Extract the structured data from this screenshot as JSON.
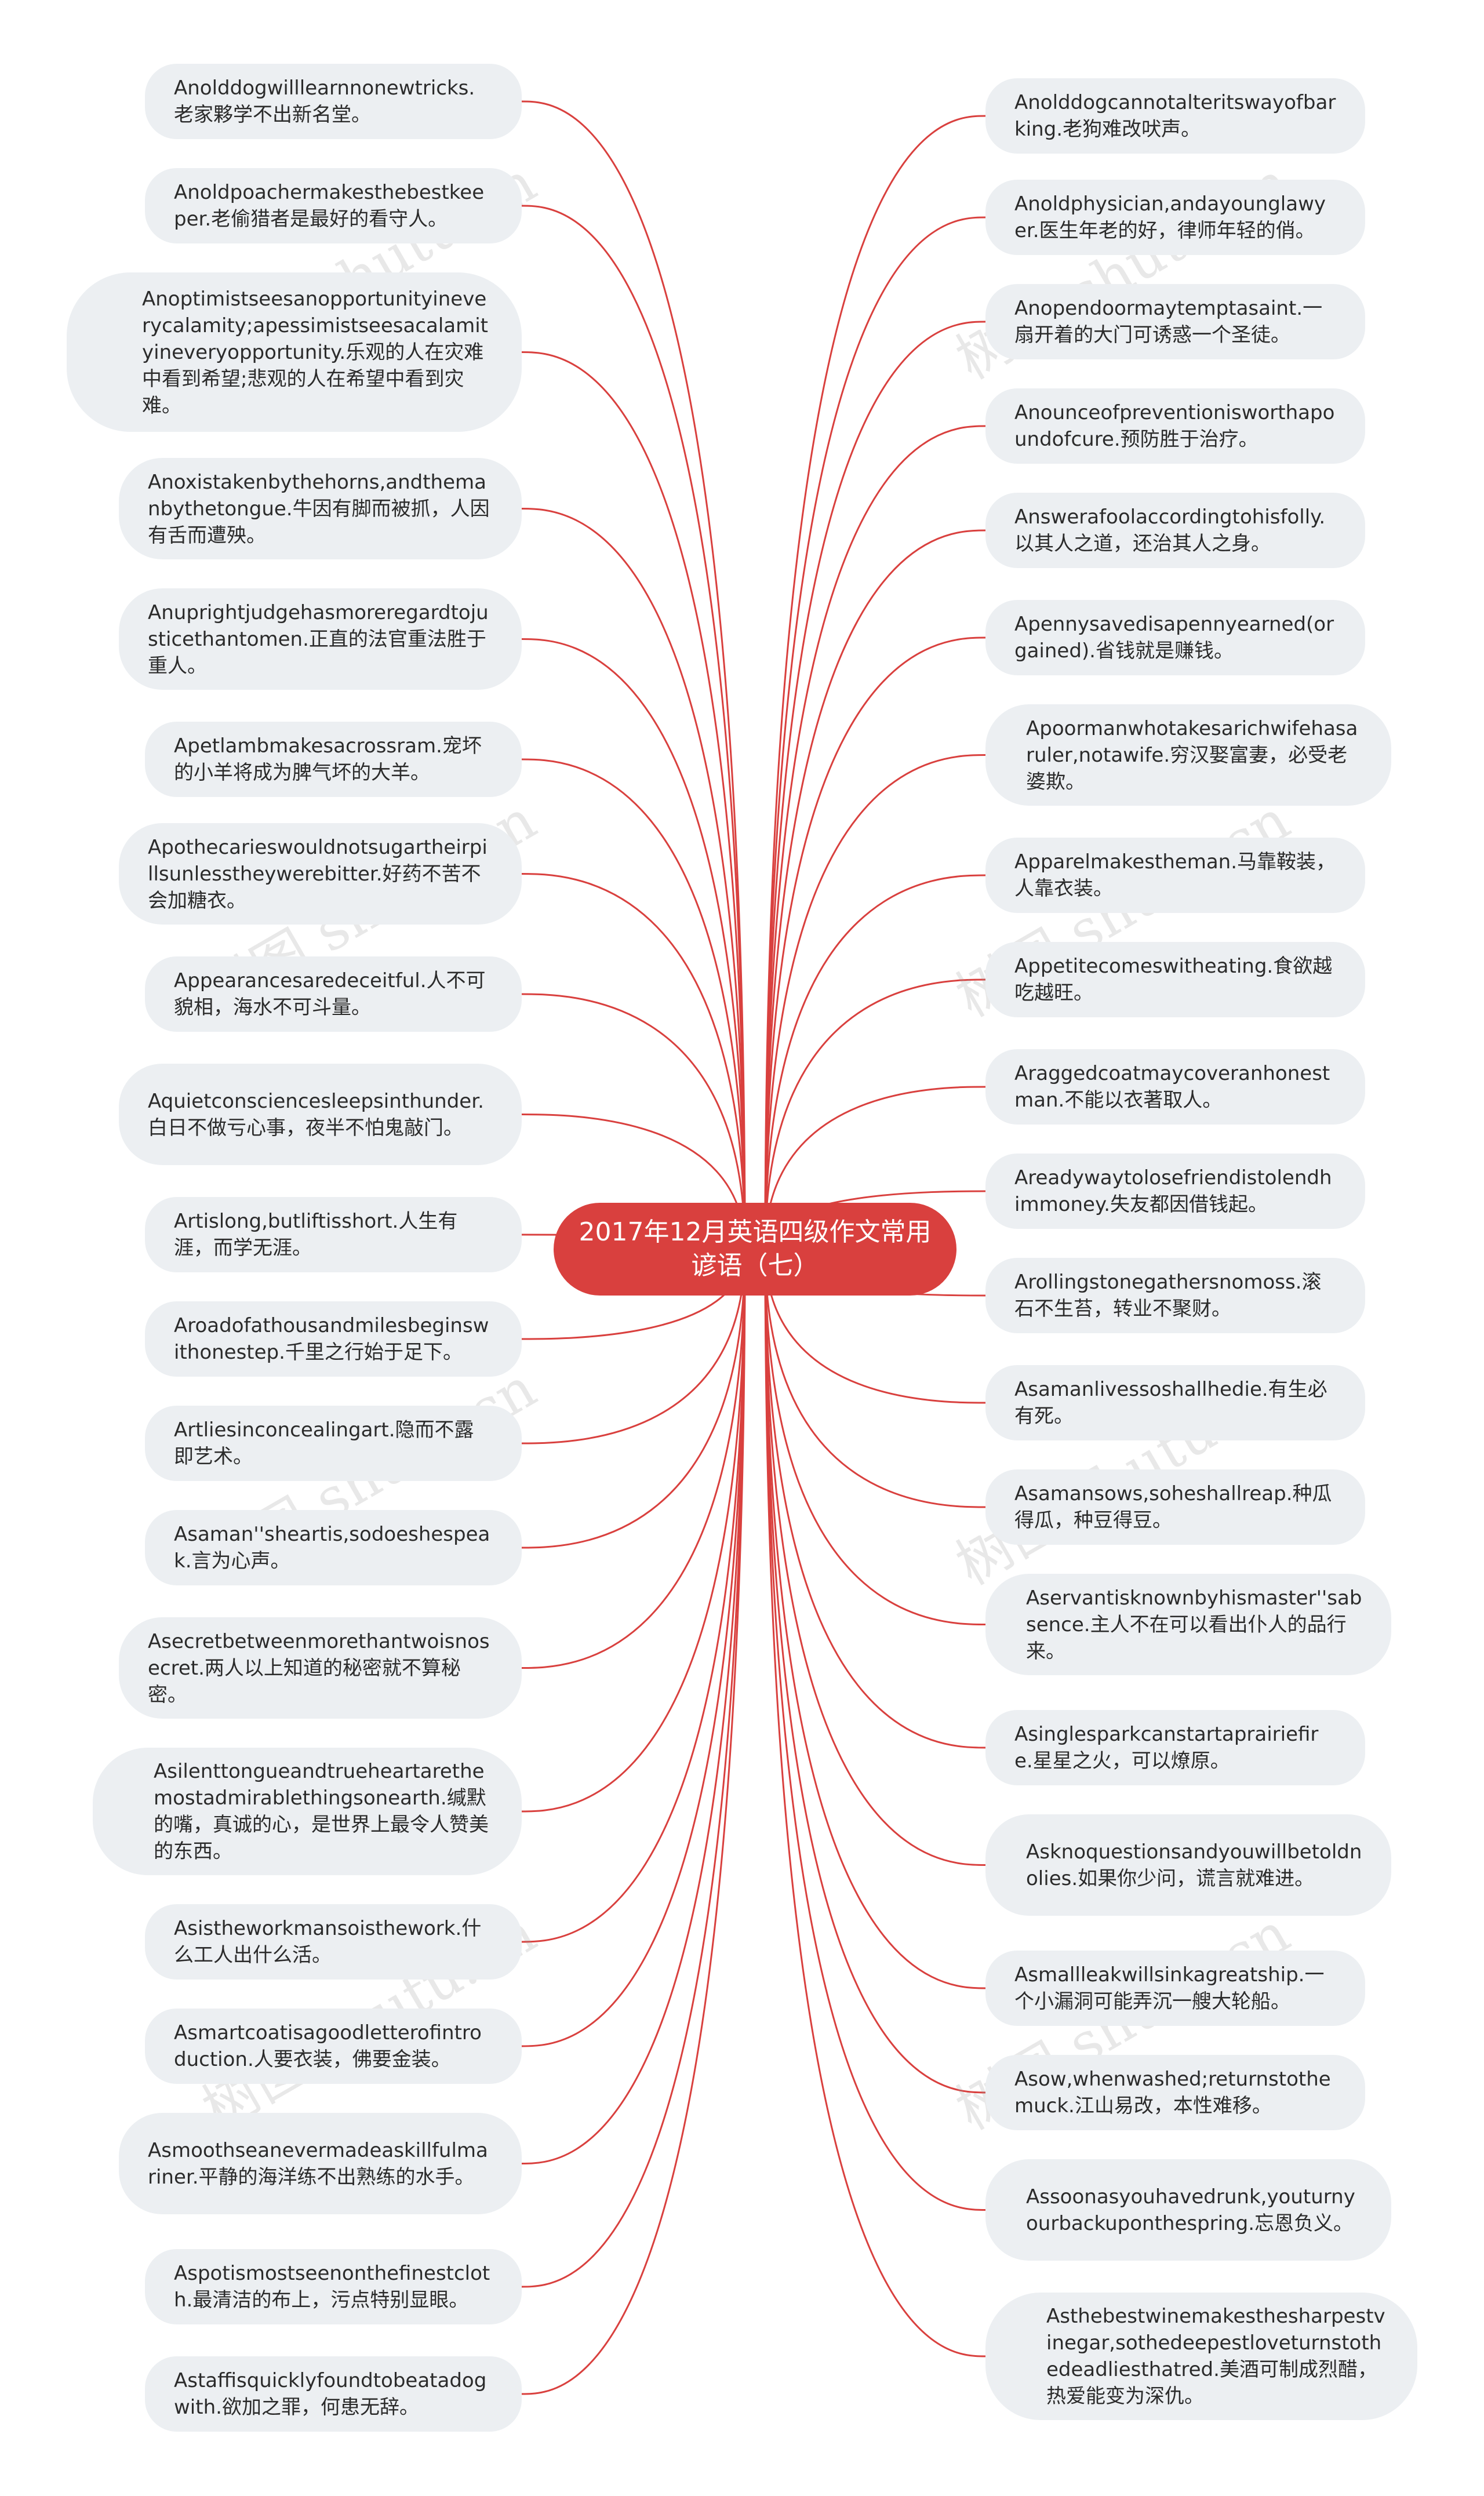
{
  "center": {
    "title": "2017年12月英语四级作文常用谚语（七）"
  },
  "left_nodes": [
    {
      "text": "Anolddogwilllearnnonewtricks.老家夥学不出新名堂。"
    },
    {
      "text": "Anoldpoachermakesthebestkeeper.老偷猎者是最好的看守人。"
    },
    {
      "text": "Anoptimistseesanopportunityineverycalamity;apessimistseesacalamityineveryopportunity.乐观的人在灾难中看到希望;悲观的人在希望中看到灾难。"
    },
    {
      "text": "Anoxistakenbythehorns,andthemanbythetongue.牛因有脚而被抓，人因有舌而遭殃。"
    },
    {
      "text": "Anuprightjudgehasmoreregardtojusticethantomen.正直的法官重法胜于重人。"
    },
    {
      "text": "Apetlambmakesacrossram.宠坏的小羊将成为脾气坏的大羊。"
    },
    {
      "text": "Apothecarieswouldnotsugartheirpillsunlesstheywerebitter.好药不苦不会加糖衣。"
    },
    {
      "text": "Appearancesaredeceitful.人不可貌相，海水不可斗量。"
    },
    {
      "text": "Aquietconsciencesleepsinthunder.白日不做亏心事，夜半不怕鬼敲门。"
    },
    {
      "text": "Artislong,butliftisshort.人生有涯，而学无涯。"
    },
    {
      "text": "Aroadofathousandmilesbeginswithonestep.千里之行始于足下。"
    },
    {
      "text": "Artliesinconcealingart.隐而不露即艺术。"
    },
    {
      "text": "Asaman''sheartis,sodoeshespeak.言为心声。"
    },
    {
      "text": "Asecretbetweenmorethantwoisnosecret.两人以上知道的秘密就不算秘密。"
    },
    {
      "text": "Asilenttongueandtrueheartarethemostadmirablethingsonearth.缄默的嘴，真诚的心，是世界上最令人赞美的东西。"
    },
    {
      "text": "Asistheworkmansoisthework.什么工人出什么活。"
    },
    {
      "text": "Asmartcoatisagoodletterofintroduction.人要衣装，佛要金装。"
    },
    {
      "text": "Asmoothseanevermadeaskillfulmariner.平静的海洋练不出熟练的水手。"
    },
    {
      "text": "Aspotismostseenonthefinestcloth.最清洁的布上，污点特别显眼。"
    },
    {
      "text": "Astaffisquicklyfoundtobeatadogwith.欲加之罪，何患无辞。"
    }
  ],
  "right_nodes": [
    {
      "text": "Anolddogcannotalteritswayofbarking.老狗难改吠声。"
    },
    {
      "text": "Anoldphysician,andayounglawyer.医生年老的好，律师年轻的俏。"
    },
    {
      "text": "Anopendoormaytemptasaint.一扇开着的大门可诱惑一个圣徒。"
    },
    {
      "text": "Anounceofpreventionisworthapoundofcure.预防胜于治疗。"
    },
    {
      "text": "Answerafoolaccordingtohisfolly.以其人之道，还治其人之身。"
    },
    {
      "text": "Apennysavedisapennyearned(orgained).省钱就是赚钱。"
    },
    {
      "text": "Apoormanwhotakesarichwifehasaruler,notawife.穷汉娶富妻，必受老婆欺。"
    },
    {
      "text": "Apparelmakestheman.马靠鞍装，人靠衣装。"
    },
    {
      "text": "Appetitecomeswitheating.食欲越吃越旺。"
    },
    {
      "text": "Araggedcoatmaycoveranhonestman.不能以衣著取人。"
    },
    {
      "text": "Areadywaytolosefriendistolendhimmoney.失友都因借钱起。"
    },
    {
      "text": "Arollingstonegathersnomoss.滚石不生苔，转业不聚财。"
    },
    {
      "text": "Asamanlivessoshallhedie.有生必有死。"
    },
    {
      "text": "Asamansows,soheshallreap.种瓜得瓜，种豆得豆。"
    },
    {
      "text": "Aservantisknownbyhismaster''sabsence.主人不在可以看出仆人的品行来。"
    },
    {
      "text": "Asinglesparkcanstartaprairiefire.星星之火，可以燎原。"
    },
    {
      "text": "Asknoquestionsandyouwillbetoldnolies.如果你少问，谎言就难进。"
    },
    {
      "text": "Asmallleakwillsinkagreatship.一个小漏洞可能弄沉一艘大轮船。"
    },
    {
      "text": "Asow,whenwashed;returnstothemuck.江山易改，本性难移。"
    },
    {
      "text": "Assoonasyouhavedrunk,youturnyourbackuponthespring.忘恩负义。"
    },
    {
      "text": "Asthebestwinemakesthesharpestvinegar,sothedeepestloveturnstothedeadliesthatred.美酒可制成烈醋，热爱能变为深仇。"
    }
  ],
  "watermark": {
    "text": "树图 shutu.cn"
  },
  "colors": {
    "link": "#d9403e",
    "center_fill": "#d9403e",
    "node_fill": "#eceff2",
    "text": "#2b2b2b"
  }
}
